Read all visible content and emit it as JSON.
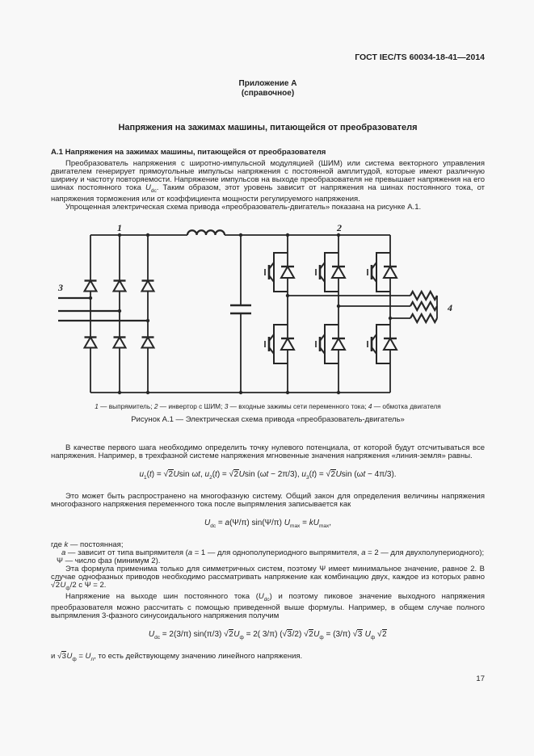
{
  "doc": {
    "header": "ГОСТ IEC/TS 60034-18-41—2014",
    "page_number": "17"
  },
  "appendix": {
    "name": "Приложение А",
    "kind": "(справочное)",
    "title": "Напряжения на зажимах машины, питающейся от преобразователя"
  },
  "section_a1": {
    "heading": "А.1  Напряжения на зажимах машины, питающейся от преобразователя",
    "p1": [
      {
        "t": "Преобразователь напряжения с широтно-импульсной модуляцией (ШИМ) или система векторного управления двигателем генерирует прямоугольные импульсы напряжения с постоянной амплитудой, которые имеют различную ширину и частоту повторяемости. Напряжение импульсов на выходе преобразователя не превышает напряжения на его шинах постоянного тока "
      },
      {
        "i": "U"
      },
      {
        "sub": "dc"
      },
      {
        "t": ". Таким образом, этот уровень зависит от напряжения на шинах постоянного тока, от напряжения торможения или от коэффициента мощности регулируемого напряжения."
      }
    ],
    "p2": "Упрощенная электрическая схема привода «преобразователь-двигатель» показана на рисунке А.1."
  },
  "figure": {
    "ref_1": "1",
    "ref_2": "2",
    "ref_3": "3",
    "ref_4": "4",
    "legend": [
      {
        "i": "1"
      },
      {
        "t": " — выпрямитель; "
      },
      {
        "i": "2"
      },
      {
        "t": " — инвертор с ШИМ; "
      },
      {
        "i": "3"
      },
      {
        "t": " — входные зажимы сети переменного тока; "
      },
      {
        "i": "4"
      },
      {
        "t": " — обмотка двигателя"
      }
    ],
    "caption": "Рисунок  А.1 — Электрическая схема привода «преобразователь-двигатель»"
  },
  "body": {
    "p3": "В качестве первого шага необходимо определить точку нулевого потенциала, от которой будут отсчитываться все напряжения. Например, в трехфазной системе напряжения мгновенные значения напряжения «линия-земля» равны.",
    "f1": [
      {
        "i": "u"
      },
      {
        "sub": "1"
      },
      {
        "t": "("
      },
      {
        "i": "t"
      },
      {
        "t": ") = "
      },
      {
        "sqrt": "2"
      },
      {
        "i": "U"
      },
      {
        "t": "sin ω"
      },
      {
        "i": "t"
      },
      {
        "t": ", "
      },
      {
        "i": "u"
      },
      {
        "sub": "2"
      },
      {
        "t": "("
      },
      {
        "i": "t"
      },
      {
        "t": ") = "
      },
      {
        "sqrt": "2"
      },
      {
        "i": "U"
      },
      {
        "t": "sin (ω"
      },
      {
        "i": "t"
      },
      {
        "t": " − 2π/3), "
      },
      {
        "i": "u"
      },
      {
        "sub": "3"
      },
      {
        "t": "("
      },
      {
        "i": "t"
      },
      {
        "t": ") = "
      },
      {
        "sqrt": "2"
      },
      {
        "i": "U"
      },
      {
        "t": "sin (ω"
      },
      {
        "i": "t"
      },
      {
        "t": " − 4π/3)."
      }
    ],
    "p4": "Это может быть распространено на многофазную систему. Общий закон для определения величины напряжения многофазного напряжения переменного тока после выпрямления записывается как",
    "f2": [
      {
        "i": "U"
      },
      {
        "sub": "dc"
      },
      {
        "t": " = "
      },
      {
        "i": "a"
      },
      {
        "t": "(Ψ/π) sin(Ψ/π) "
      },
      {
        "i": "U"
      },
      {
        "sub": "max"
      },
      {
        "t": " = "
      },
      {
        "i": "kU"
      },
      {
        "sub": "max"
      },
      {
        "t": ","
      }
    ],
    "where_k": [
      {
        "t": "где "
      },
      {
        "i": "k"
      },
      {
        "t": " — постоянная;"
      }
    ],
    "where_a": [
      {
        "i": "a"
      },
      {
        "t": " — зависит от типа выпрямителя ("
      },
      {
        "i": "a"
      },
      {
        "t": " = 1 — для однополупериодного выпрямителя, "
      },
      {
        "i": "a"
      },
      {
        "t": " = 2 — для двухполупериодного);"
      }
    ],
    "where_psi": [
      {
        "t": "Ψ — число фаз (минимум 2)."
      }
    ],
    "p5": [
      {
        "t": "Эта формула применима только для симметричных систем, поэтому Ψ имеет минимальное значение, равное 2. В случае однофазных приводов необходимо рассматривать напряжение как комбинацию двух, каждое из которых равно "
      },
      {
        "sqrt": "2"
      },
      {
        "i": "U"
      },
      {
        "sub": "ф"
      },
      {
        "t": "/2 с Ψ = 2."
      }
    ],
    "p6": [
      {
        "t": "Напряжение на выходе шин постоянного тока ("
      },
      {
        "i": "U"
      },
      {
        "sub": "dc"
      },
      {
        "t": ") и поэтому пиковое значение выходного напряжения преобразователя можно рассчитать с помощью приведенной выше формулы. Например, в общем случае полного выпрямления 3-фазного синусоидального напряжения получим"
      }
    ],
    "f3": [
      {
        "i": "U"
      },
      {
        "sub": "dc"
      },
      {
        "t": " = 2(3/π) sin(π/3) "
      },
      {
        "sqrt": "2"
      },
      {
        "i": "U"
      },
      {
        "sub": "ф"
      },
      {
        "t": " = 2( 3/π) ("
      },
      {
        "sqrt": "3"
      },
      {
        "t": "/2) "
      },
      {
        "sqrt": "2"
      },
      {
        "i": "U"
      },
      {
        "sub": "ф"
      },
      {
        "t": " = (3/π) "
      },
      {
        "sqrt": "3"
      },
      {
        "t": " "
      },
      {
        "i": "U"
      },
      {
        "sub": "ф"
      },
      {
        "t": " "
      },
      {
        "sqrt": "2"
      }
    ],
    "p7": [
      {
        "t": "и "
      },
      {
        "sqrt": "3"
      },
      {
        "i": "U"
      },
      {
        "sub": "ф"
      },
      {
        "t": " = "
      },
      {
        "i": "U"
      },
      {
        "sub": "л"
      },
      {
        "t": ", то есть действующему значению линейного напряжения."
      }
    ]
  }
}
